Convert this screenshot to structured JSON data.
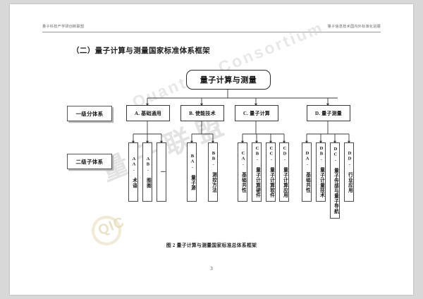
{
  "running_head": {
    "left": "量子科技产学研创新联盟",
    "right": "量子信息技术国内外标准化进展"
  },
  "section": {
    "title": "（二）量子计算与测量国家标准体系框架"
  },
  "diagram": {
    "root": "量子计算与测量",
    "tier_labels": [
      {
        "id": "tier-1",
        "label": "一级分体系"
      },
      {
        "id": "tier-2",
        "label": "二级子体系"
      }
    ],
    "level1": [
      {
        "id": "A",
        "label": "A. 基础通用"
      },
      {
        "id": "B",
        "label": "B. 使能技术"
      },
      {
        "id": "C",
        "label": "C. 量子计算"
      },
      {
        "id": "D",
        "label": "D. 量子测量"
      }
    ],
    "level2": [
      {
        "id": "AA",
        "parent": "A",
        "label": "AA. 术语"
      },
      {
        "id": "AB",
        "parent": "A",
        "label": "AB. 图图"
      },
      {
        "id": "AC",
        "parent": "A",
        "label": "一"
      },
      {
        "id": "BA",
        "parent": "B",
        "label": "BA. 量子源"
      },
      {
        "id": "BB",
        "parent": "B",
        "label": "BB. 测控方法"
      },
      {
        "id": "CA",
        "parent": "C",
        "label": "CA. 基础共性"
      },
      {
        "id": "CB",
        "parent": "C",
        "label": "CB. 量子计算硬件"
      },
      {
        "id": "CC",
        "parent": "C",
        "label": "CC. 量子计算软件"
      },
      {
        "id": "CD",
        "parent": "C",
        "label": "CD. 量子计算应用"
      },
      {
        "id": "DA",
        "parent": "D",
        "label": "DA. 基础共性"
      },
      {
        "id": "DB",
        "parent": "D",
        "label": "DB. 量子计量技术"
      },
      {
        "id": "DC",
        "parent": "D",
        "label": "DC. 量子传感与量子导航"
      },
      {
        "id": "DD",
        "parent": "D",
        "label": "DD. 行业应用"
      }
    ]
  },
  "caption": "图 2  量子计算与测量国家标准总体系框架",
  "folio": "3",
  "watermark": {
    "chinese": "量子联盟",
    "english": "Quantum Consortium",
    "logo": "QIC"
  },
  "colors": {
    "page_background": "#ffffff",
    "canvas_background": "#d8d8d8",
    "line": "#3a3a3a",
    "text": "#161616",
    "rule": "#9a9a9a"
  }
}
